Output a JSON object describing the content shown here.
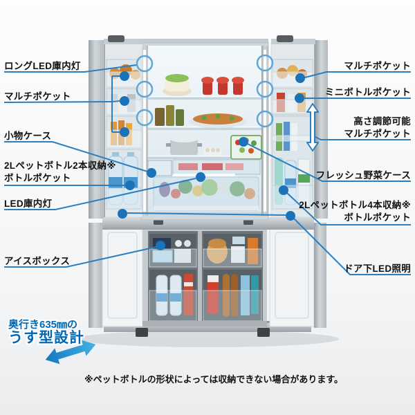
{
  "labels": {
    "left": [
      {
        "text": "ロングLED庫内灯"
      },
      {
        "text": "マルチポケット"
      },
      {
        "text": "小物ケース"
      },
      {
        "line1": "2Lペットボトル2本収納※",
        "line2": "ボトルポケット"
      },
      {
        "text": "LED庫内灯"
      },
      {
        "text": "アイスボックス"
      }
    ],
    "right": [
      {
        "text": "マルチポケット"
      },
      {
        "text": "ミニボトルポケット"
      },
      {
        "line1": "高さ調節可能",
        "line2": "マルチポケット"
      },
      {
        "text": "フレッシュ野菜ケース"
      },
      {
        "line1": "2Lペットボトル4本収納※",
        "line2": "ボトルポケット"
      },
      {
        "text": "ドア下LED照明"
      }
    ]
  },
  "depth_feature": {
    "line1": "奥行き635㎜の",
    "line2": "うす型設計"
  },
  "footnote": "※ペットボトルの形状によっては収納できない場合があります。",
  "colors": {
    "callout_line": "#2b7ec0",
    "callout_dot": "#1a72b8",
    "feature_text": "#0068b5",
    "depth_arrow": "#1579c0",
    "label_text": "#111111"
  }
}
